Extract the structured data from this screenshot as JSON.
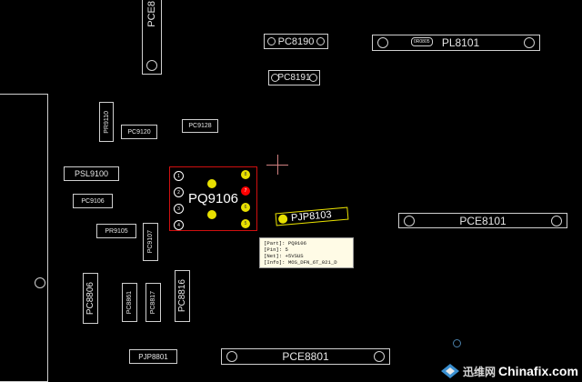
{
  "components": {
    "pce8_top": "PCE8",
    "pc8190": "PC8190",
    "pl8101": "PL8101",
    "pl8101_inner": "0R0805",
    "pc8191": "PC8191",
    "pr9110": "PR9110",
    "pc9120": "PC9120",
    "pc9128": "PC9128",
    "psl9100": "PSL9100",
    "pc9106": "PC9106",
    "pq9106": "PQ9106",
    "pr9105": "PR9105",
    "pc9107": "PC9107",
    "pjp8103": "PJP8103",
    "pce8101": "PCE8101",
    "pc8806": "PC8806",
    "pc8861": "PC8861",
    "pc8817": "PC8817",
    "pc8816": "PC8816",
    "pjp8801": "PJP8801",
    "pce8801": "PCE8801"
  },
  "pq9106_pins": {
    "left": [
      "1",
      "2",
      "3",
      "4"
    ],
    "right": [
      "8",
      "7",
      "6",
      "5"
    ],
    "highlight_pin": "7"
  },
  "tooltip": {
    "part": "[Part]: PQ9106",
    "pin": "[Pin]: 5",
    "net": "[Net]: +5VSUS",
    "info": "[Info]: MOS_DFN_6T_021_D"
  },
  "watermark": {
    "cn": "迅维网",
    "en": "Chinafix.com"
  },
  "colors": {
    "background": "#000000",
    "outline": "#cfcfcf",
    "selected_part": "#d01010",
    "net_highlight": "#e8e000",
    "pin_highlight": "#ff0000"
  }
}
